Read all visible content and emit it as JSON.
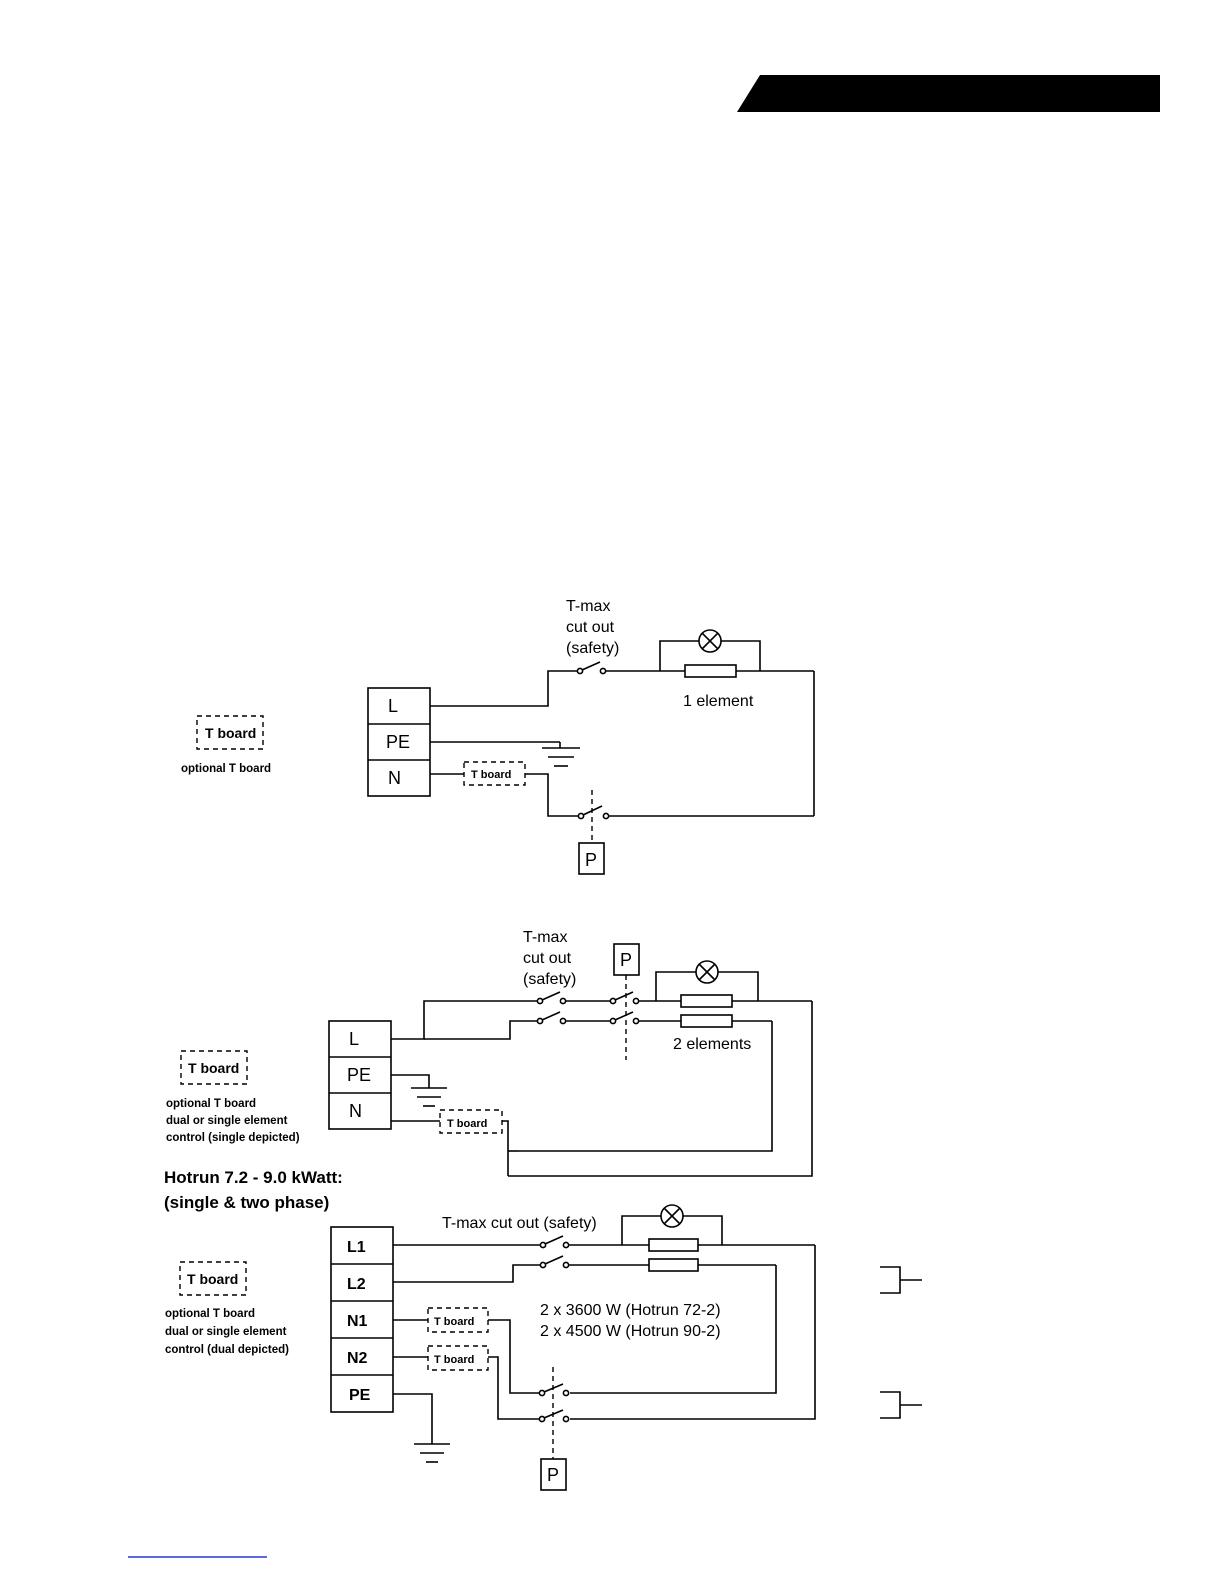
{
  "diagram1": {
    "tmax_lines": [
      "T-max",
      "cut out",
      "(safety)"
    ],
    "element_label": "1 element",
    "terminals": [
      "L",
      "PE",
      "N"
    ],
    "tboard_inline": "T board",
    "pressure_switch": "P",
    "legend_tboard": "T board",
    "legend_note": [
      "optional T board"
    ]
  },
  "diagram2": {
    "tmax_lines": [
      "T-max",
      "cut out",
      "(safety)"
    ],
    "element_label": "2 elements",
    "terminals": [
      "L",
      "PE",
      "N"
    ],
    "tboard_inline": "T board",
    "pressure_switch": "P",
    "legend_tboard": "T board",
    "legend_note": [
      "optional T board",
      "dual or single element",
      "control (single depicted)"
    ]
  },
  "diagram3": {
    "heading": [
      "Hotrun 7.2 - 9.0 kWatt:",
      "(single & two phase)"
    ],
    "tmax_label": "T-max cut out (safety)",
    "element_lines": [
      "2 x 3600 W (Hotrun 72-2)",
      "2 x 4500 W (Hotrun 90-2)"
    ],
    "terminals": [
      "L1",
      "L2",
      "N1",
      "N2",
      "PE"
    ],
    "tboard_1": "T board",
    "tboard_2": "T board",
    "pressure_switch": "P",
    "legend_tboard": "T board",
    "legend_note": [
      "optional T board",
      "dual or single element",
      "control (dual depicted)"
    ]
  }
}
